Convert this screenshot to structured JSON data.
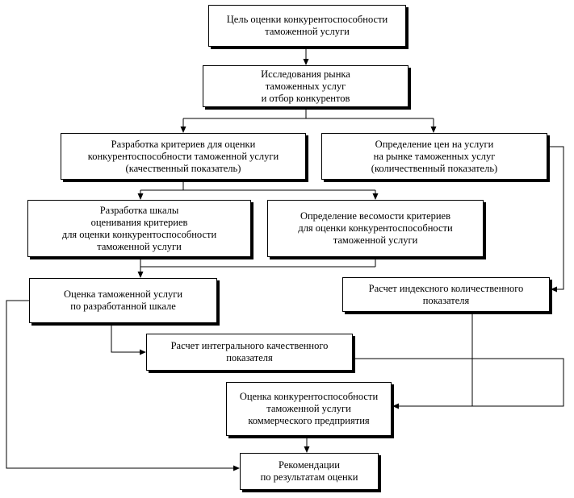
{
  "diagram": {
    "nodes": {
      "goal": "Цель оценки конкурентоспособности\nтаможенной услуги",
      "market_research": "Исследования рынка\nтаможенных услуг\nи отбор конкурентов",
      "criteria_dev": "Разработка критериев для оценки\nконкурентоспособности таможенной услуги\n(качественный показатель)",
      "prices": "Определение цен на услуги\nна рынке таможенных услуг\n(количественный показатель)",
      "scale_dev": "Разработка шкалы\nоценивания критериев\nдля оценки конкурентоспособности\nтаможенной услуги",
      "weights": "Определение весомости критериев\nдля оценки конкурентоспособности\nтаможенной услуги",
      "service_eval": "Оценка таможенной услуги\nпо разработанной шкале",
      "index_calc": "Расчет индексного количественного\nпоказателя",
      "integral_calc": "Расчет интегрального качественного\nпоказателя",
      "competitiveness_eval": "Оценка конкурентоспособности\nтаможенной услуги\nкоммерческого предприятия",
      "recommendations": "Рекомендации\nпо результатам оценки"
    },
    "edges": [
      [
        "goal",
        "market_research"
      ],
      [
        "market_research",
        "criteria_dev"
      ],
      [
        "market_research",
        "prices"
      ],
      [
        "criteria_dev",
        "scale_dev"
      ],
      [
        "criteria_dev",
        "weights"
      ],
      [
        "scale_dev",
        "service_eval"
      ],
      [
        "weights",
        "service_eval"
      ],
      [
        "prices",
        "index_calc"
      ],
      [
        "service_eval",
        "integral_calc"
      ],
      [
        "service_eval",
        "recommendations"
      ],
      [
        "integral_calc",
        "competitiveness_eval"
      ],
      [
        "index_calc",
        "competitiveness_eval"
      ],
      [
        "competitiveness_eval",
        "recommendations"
      ]
    ]
  }
}
